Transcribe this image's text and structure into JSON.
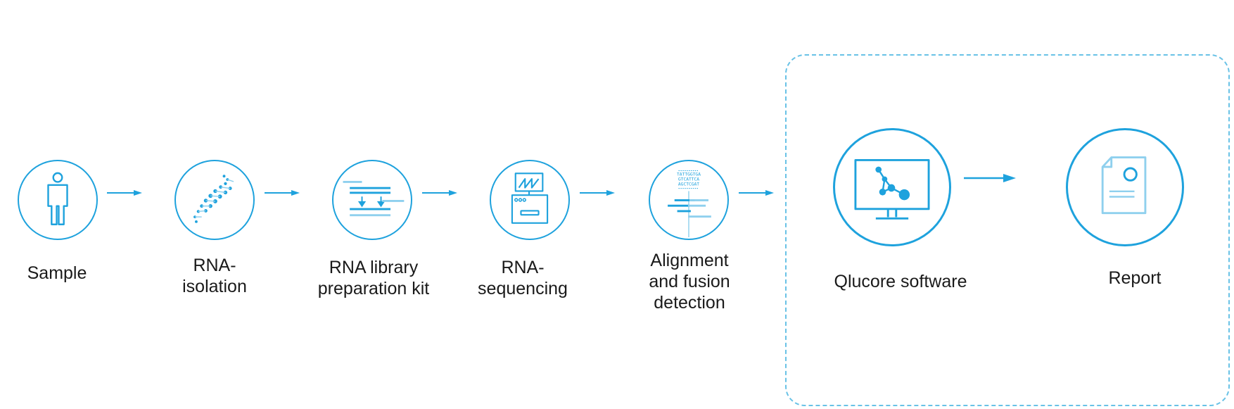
{
  "steps": [
    {
      "id": "sample",
      "label": "Sample",
      "icon": "person-icon"
    },
    {
      "id": "rna-isolation",
      "label": "RNA-\nisolation",
      "icon": "dna-icon"
    },
    {
      "id": "library-prep",
      "label": "RNA library\npreparation kit",
      "icon": "library-kit-icon"
    },
    {
      "id": "sequencing",
      "label": "RNA-\nsequencing",
      "icon": "sequencer-icon"
    },
    {
      "id": "alignment",
      "label": "Alignment\nand fusion\ndetection",
      "icon": "alignment-icon",
      "sequence_lines": [
        "TATTGGTGA",
        "GTCATTCA",
        "AGCTCGAT"
      ]
    },
    {
      "id": "qlucore",
      "label": "Qlucore software",
      "icon": "monitor-network-icon"
    },
    {
      "id": "report",
      "label": "Report",
      "icon": "document-icon"
    }
  ],
  "colors": {
    "primary": "#1ea2dd",
    "light": "#8fd0ee",
    "dashed_border": "#69c2e6",
    "text": "#1a1a1a"
  }
}
